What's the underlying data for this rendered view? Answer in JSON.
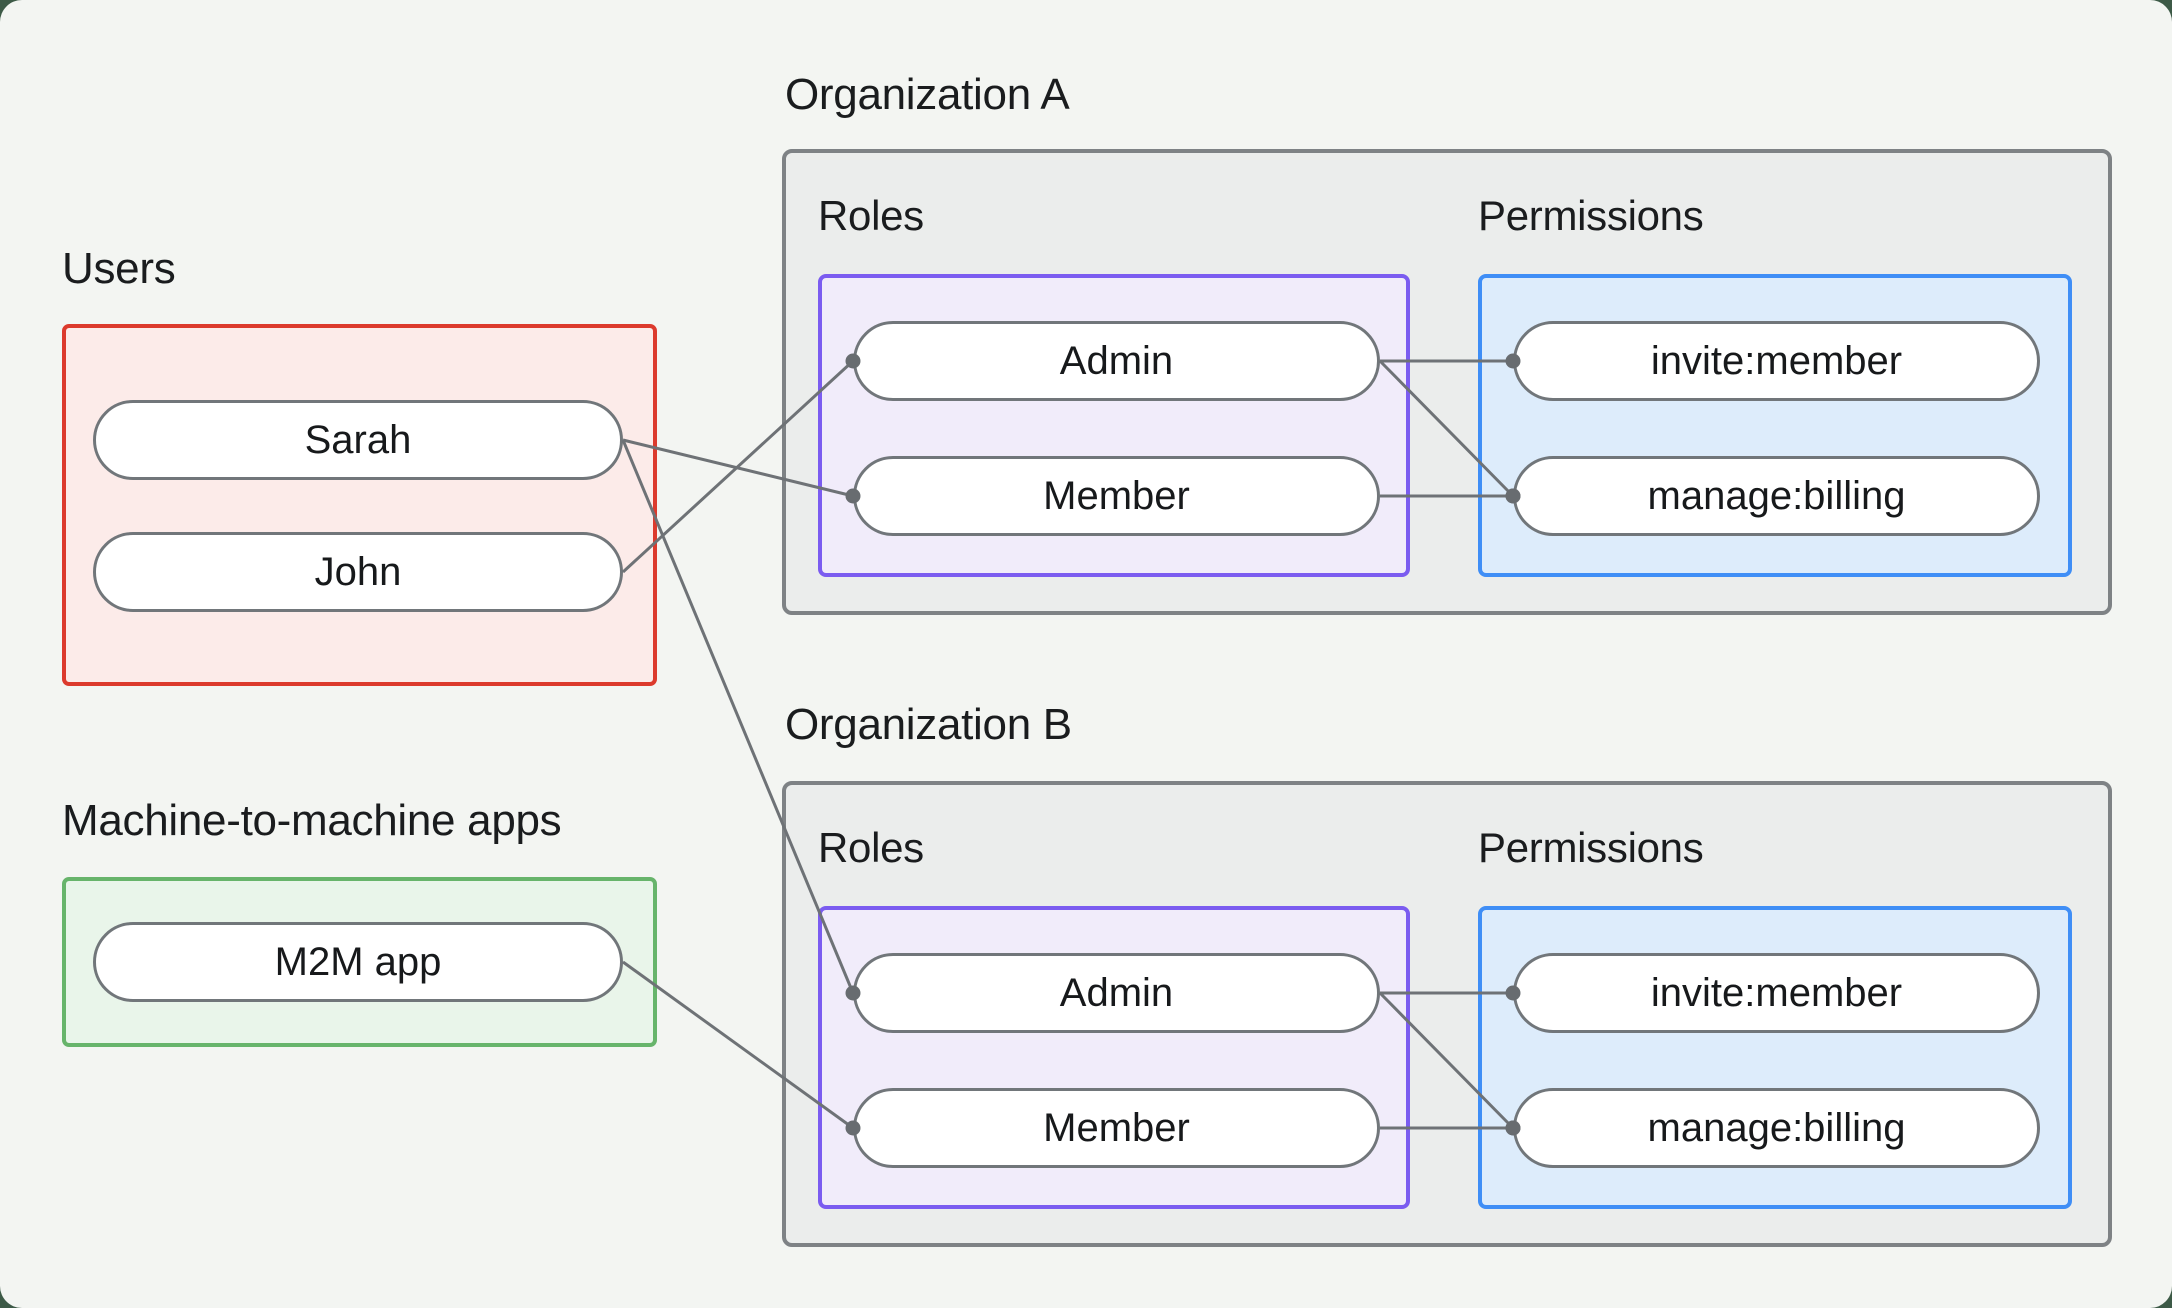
{
  "users_section": {
    "title": "Users",
    "items": [
      {
        "id": "sarah",
        "label": "Sarah"
      },
      {
        "id": "john",
        "label": "John"
      }
    ]
  },
  "m2m_section": {
    "title": "Machine-to-machine apps",
    "items": [
      {
        "id": "m2m",
        "label": "M2M app"
      }
    ]
  },
  "organizations": [
    {
      "id": "orgA",
      "title": "Organization A",
      "roles_label": "Roles",
      "permissions_label": "Permissions",
      "roles": [
        {
          "id": "orgA-admin",
          "label": "Admin"
        },
        {
          "id": "orgA-member",
          "label": "Member"
        }
      ],
      "permissions": [
        {
          "id": "orgA-invite",
          "label": "invite:member"
        },
        {
          "id": "orgA-manage",
          "label": "manage:billing"
        }
      ]
    },
    {
      "id": "orgB",
      "title": "Organization B",
      "roles_label": "Roles",
      "permissions_label": "Permissions",
      "roles": [
        {
          "id": "orgB-admin",
          "label": "Admin"
        },
        {
          "id": "orgB-member",
          "label": "Member"
        }
      ],
      "permissions": [
        {
          "id": "orgB-invite",
          "label": "invite:member"
        },
        {
          "id": "orgB-manage",
          "label": "manage:billing"
        }
      ]
    }
  ],
  "edges": [
    {
      "from": "sarah",
      "to": "orgA-member"
    },
    {
      "from": "john",
      "to": "orgA-admin"
    },
    {
      "from": "sarah",
      "to": "orgB-admin"
    },
    {
      "from": "m2m",
      "to": "orgB-member"
    },
    {
      "from": "orgA-admin",
      "to": "orgA-invite"
    },
    {
      "from": "orgA-admin",
      "to": "orgA-manage"
    },
    {
      "from": "orgA-member",
      "to": "orgA-manage"
    },
    {
      "from": "orgB-admin",
      "to": "orgB-invite"
    },
    {
      "from": "orgB-admin",
      "to": "orgB-manage"
    },
    {
      "from": "orgB-member",
      "to": "orgB-manage"
    }
  ],
  "style": {
    "edge_color": "#6e7276",
    "edge_dot_color": "#686c70",
    "background": "#f3f5f2",
    "outer_corner_color": "#3d5a47",
    "red_border": "#dc3a2d",
    "green_border": "#67b46b",
    "purple_border": "#7b5cf0",
    "blue_border": "#3f8ef6",
    "org_box_border": "#7e8285"
  }
}
